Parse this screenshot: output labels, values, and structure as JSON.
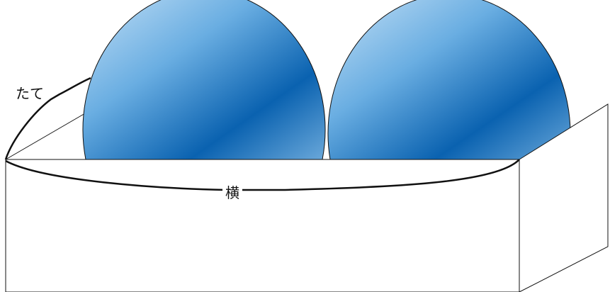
{
  "diagram": {
    "labels": {
      "height_label": "たて",
      "width_label": "横"
    },
    "object_count": 2,
    "objects": [
      {
        "kind": "sphere"
      },
      {
        "kind": "sphere"
      }
    ],
    "container": "open box",
    "colors": {
      "sphere_light": "#a8d0f0",
      "sphere_mid": "#4a9ad8",
      "sphere_dark": "#0a62b0",
      "outline": "#111111",
      "background": "#ffffff"
    }
  }
}
